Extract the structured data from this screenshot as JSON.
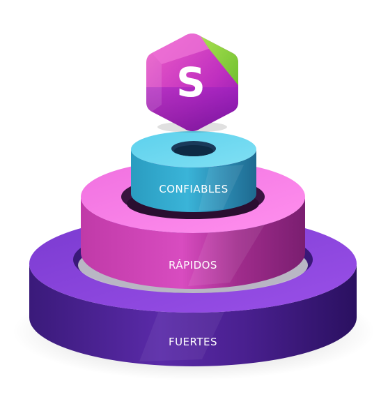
{
  "logo": {
    "letter": "S",
    "icon": "hexagon-s-logo-icon",
    "colors": [
      "#e040c8",
      "#a020c0",
      "#8cd440"
    ]
  },
  "tiers": [
    {
      "label": "CONFIABLES",
      "color": "#4cc4e0"
    },
    {
      "label": "RÁPIDOS",
      "color": "#f060d8"
    },
    {
      "label": "FUERTES",
      "color": "#7030c0"
    }
  ]
}
